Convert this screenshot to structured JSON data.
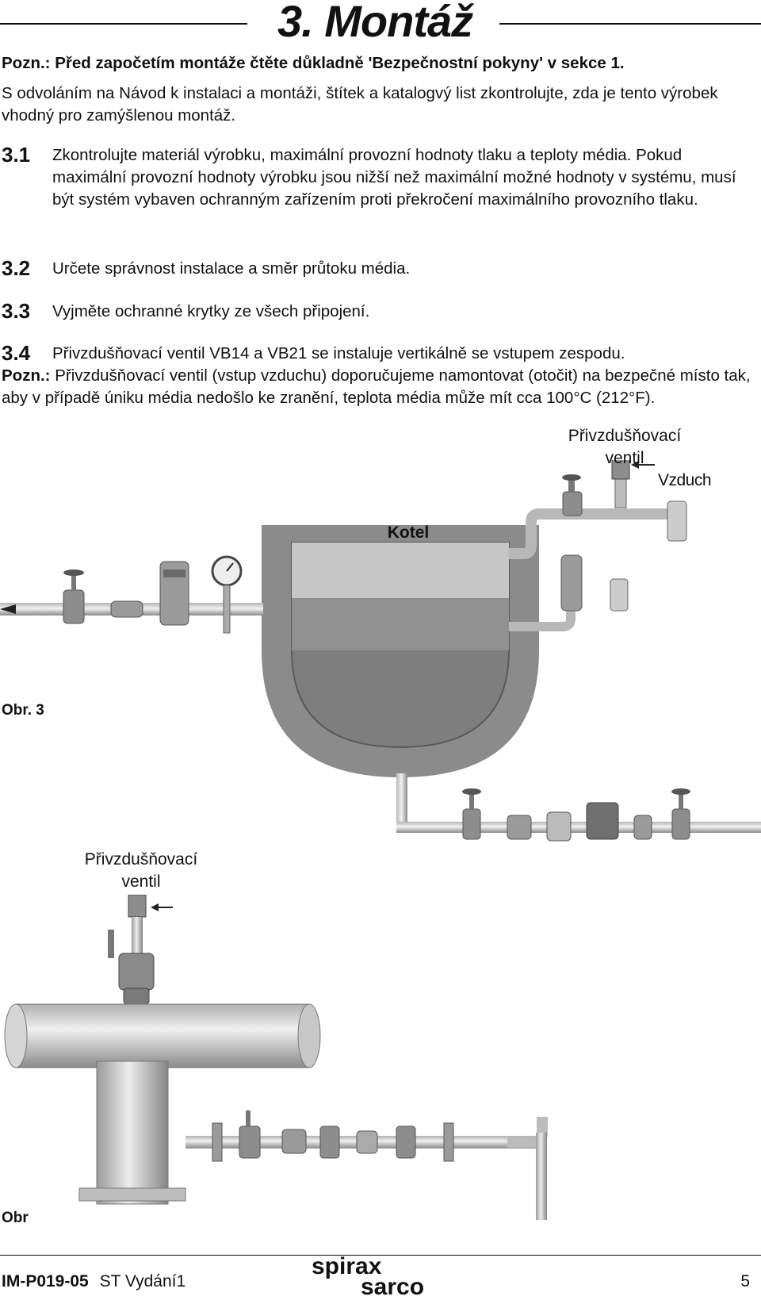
{
  "header": {
    "title": "3. Montáž"
  },
  "notice": {
    "label": "Pozn.:",
    "text": "Před započetím montáže čtěte důkladně 'Bezpečnostní pokyny' v sekce 1."
  },
  "intro": "S odvoláním na Návod k instalaci a montáži, štítek a katalogvý list zkontrolujte, zda je tento výrobek vhodný pro zamýšlenou montáž.",
  "sections": [
    {
      "number": "3.1",
      "text": "Zkontrolujte materiál výrobku, maximální provozní hodnoty tlaku a teploty média. Pokud maximální provozní hodnoty výrobku jsou nižší než maximální možné hodnoty v systému, musí být systém vybaven ochranným zařízením proti překročení maximálního provozního tlaku."
    },
    {
      "number": "3.2",
      "text": "Určete správnost instalace a směr průtoku média."
    },
    {
      "number": "3.3",
      "text": "Vyjměte ochranné krytky ze všech připojení."
    },
    {
      "number": "3.4",
      "text": "Přivzdušňovací ventil VB14 a VB21 se instaluje vertikálně se vstupem zespodu."
    }
  ],
  "note2": {
    "label": "Pozn.:",
    "text": "Přivzdušňovací ventil (vstup vzduchu) doporučujeme namontovat (otočit) na bezpečné místo tak, aby v případě úniku média nedošlo ke zranění, teplota média může mít cca 100°C (212°F)."
  },
  "figure1": {
    "label_valve_line1": "Přivzdušňovací",
    "label_valve_line2": "ventil",
    "label_air": "Vzduch",
    "label_boiler": "Kotel",
    "caption": "Obr. 3"
  },
  "figure2": {
    "label_valve_line1": "Přivzdušňovací",
    "label_valve_line2": "ventil",
    "caption": "Obr"
  },
  "footer": {
    "doc_code": "IM-P019-05",
    "edition": "ST Vydání1",
    "logo_top": "spirax",
    "logo_bottom": "sarco",
    "page": "5"
  }
}
